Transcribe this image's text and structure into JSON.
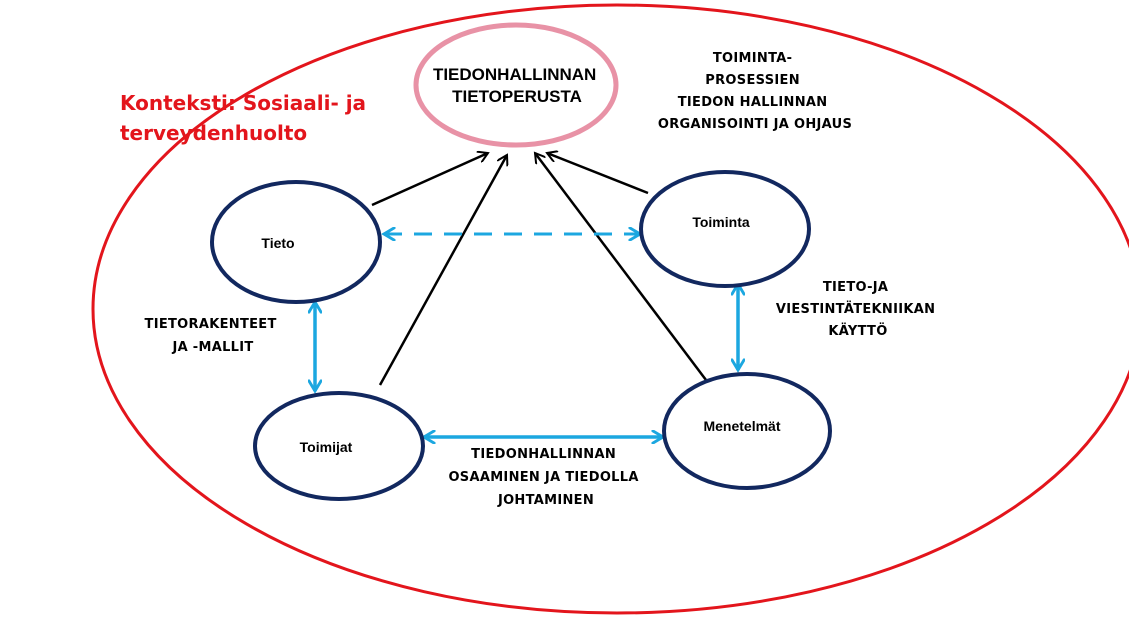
{
  "colors": {
    "context_border": "#e3151c",
    "center_border": "#e892a6",
    "node_border": "#12285f",
    "blue_arrow": "#1ca7e0",
    "black_arrow": "#000000"
  },
  "context": {
    "label_line1": "Konteksti: Sosiaali- ja",
    "label_line2": "terveydenhuolto"
  },
  "center": {
    "line1": "TIEDONHALLINNAN",
    "line2": "TIETOPERUSTA"
  },
  "nodes": {
    "tieto": "Tieto",
    "toiminta": "Toiminta",
    "toimijat": "Toimijat",
    "menetelmat": "Menetelmät"
  },
  "edge_labels": {
    "toiminta_top": [
      "TOIMINTA-",
      "PROSESSIEN",
      "TIEDON HALLINNAN",
      "ORGANISOINTI JA OHJAUS"
    ],
    "tietorakenteet": [
      "TIETORAKENTEET",
      "JA -MALLIT"
    ],
    "viestintatekniikka": [
      "TIETO-JA",
      "VIESTINTÄTEKNIIKAN",
      "KÄYTTÖ"
    ],
    "osaaminen": [
      "TIEDONHALLINNAN",
      "OSAAMINEN JA TIEDOLLA",
      "JOHTAMINEN"
    ]
  }
}
